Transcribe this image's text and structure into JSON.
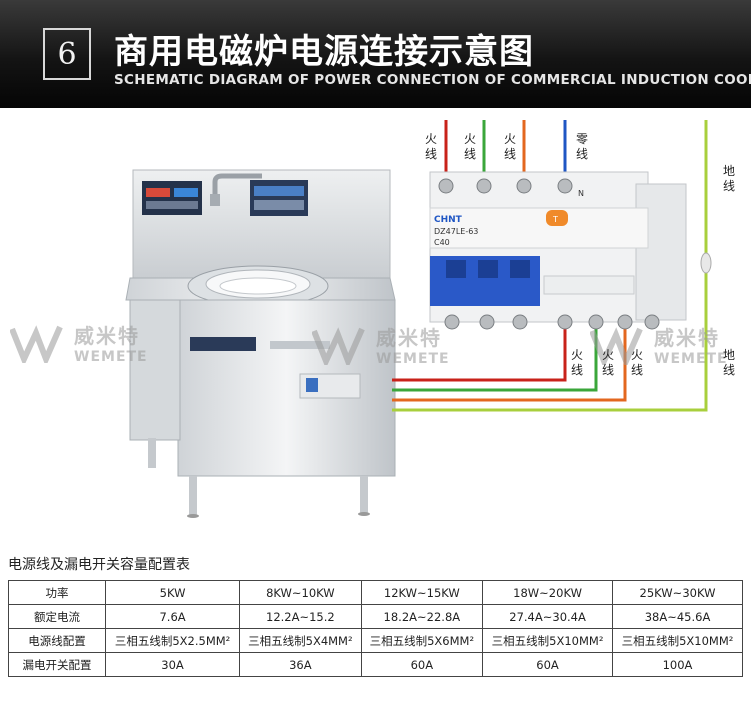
{
  "banner": {
    "number": "6",
    "title": "商用电磁炉电源连接示意图",
    "subtitle": "SCHEMATIC DIAGRAM OF POWER CONNECTION OF COMMERCIAL INDUCTION COOKER"
  },
  "watermark": {
    "cn": "威米特",
    "en": "WEMETE"
  },
  "breaker": {
    "brand": "CHNT",
    "model": "DZ47LE-63",
    "rating": "C40",
    "n_label": "N",
    "button_label": "T"
  },
  "wire_labels": {
    "top": [
      "火线",
      "火线",
      "火线",
      "零线"
    ],
    "bottom": [
      "火线",
      "火线",
      "火线"
    ],
    "ground_top": "地线",
    "ground_bottom": "地线"
  },
  "colors": {
    "live_red": "#c8221a",
    "live_green": "#3aa63a",
    "live_orange": "#e3671f",
    "neutral_blue": "#1f56c4",
    "ground": "#a8cf3c"
  },
  "table": {
    "title": "电源线及漏电开关容量配置表",
    "rows": [
      [
        "功率",
        "5KW",
        "8KW~10KW",
        "12KW~15KW",
        "18W~20KW",
        "25KW~30KW"
      ],
      [
        "额定电流",
        "7.6A",
        "12.2A~15.2",
        "18.2A~22.8A",
        "27.4A~30.4A",
        "38A~45.6A"
      ],
      [
        "电源线配置",
        "三相五线制5X2.5MM²",
        "三相五线制5X4MM²",
        "三相五线制5X6MM²",
        "三相五线制5X10MM²",
        "三相五线制5X10MM²"
      ],
      [
        "漏电开关配置",
        "30A",
        "36A",
        "60A",
        "60A",
        "100A"
      ]
    ]
  }
}
